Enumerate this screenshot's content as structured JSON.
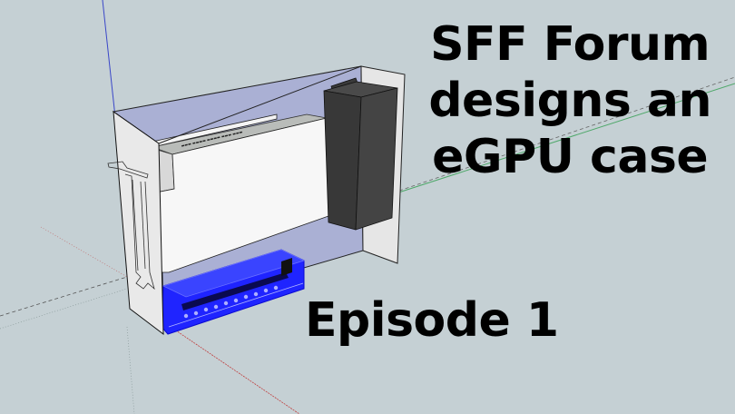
{
  "thumbnail": {
    "title_lines": [
      "SFF Forum",
      "designs an",
      "eGPU case"
    ],
    "episode_label": "Episode 1"
  },
  "scene": {
    "background_color": "#c5d0d4",
    "objects": [
      {
        "name": "case-back-panel",
        "color": "#aab0d4"
      },
      {
        "name": "pcie-bracket-panel",
        "color": "#e9e9e9"
      },
      {
        "name": "gpu-card",
        "color": "#f7f7f7"
      },
      {
        "name": "power-supply",
        "color": "#3a3a3a"
      },
      {
        "name": "riser-board",
        "color": "#1f1fff"
      },
      {
        "name": "right-side-panel",
        "color": "#e6e6e6"
      }
    ],
    "axes": {
      "blue": "#3a46c8",
      "red": "#c04040",
      "green": "#4fa86a"
    }
  }
}
